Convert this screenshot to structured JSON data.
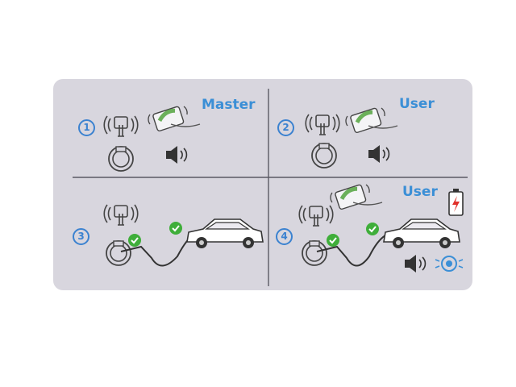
{
  "panels": [
    {
      "step": "1",
      "title": "Master"
    },
    {
      "step": "2",
      "title": "User"
    },
    {
      "step": "3",
      "title": ""
    },
    {
      "step": "4",
      "title": "User"
    }
  ],
  "colors": {
    "card": "#d8d6de",
    "divider": "#5a5a64",
    "label": "#3b8fd6",
    "check": "#3fae3a",
    "battery_bolt": "#e0302a",
    "light_ring": "#3b8fd6"
  },
  "icons": [
    "rfid-reader-icon",
    "card-tap-icon",
    "charger-socket-icon",
    "speaker-icon",
    "check-icon",
    "car-icon",
    "charging-cable-icon",
    "battery-charging-icon",
    "light-indicator-icon"
  ]
}
